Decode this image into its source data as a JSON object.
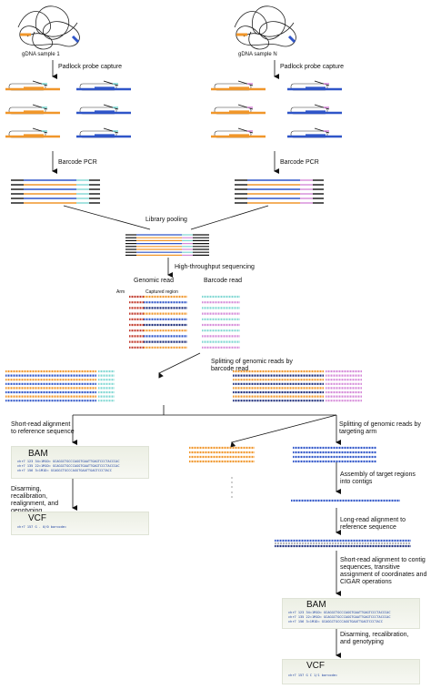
{
  "labels": {
    "sample1": "gDNA sample 1",
    "sampleN": "gDNA sample N",
    "padlock_left": "Padlock probe capture",
    "padlock_right": "Padlock probe capture",
    "barcode_pcr_left": "Barcode PCR",
    "barcode_pcr_right": "Barcode PCR",
    "library_pooling": "Library pooling",
    "htseq": "High-throughput sequencing",
    "genomic_read": "Genomic read",
    "barcode_read": "Barcode read",
    "arm": "Arm",
    "captured_region": "Captured region",
    "split_barcode": "Splitting of genomic reads by barcode read",
    "short_read_align": "Short-read alignment to reference sequence",
    "split_arm": "Splitting of genomic reads by targeting arm",
    "disarming_left": "Disarming, recalibration, realignment, and genotyping",
    "assembly": "Assembly of target regions into contigs",
    "long_read": "Long-read alignment to reference sequence",
    "short_read_contig": "Short-read alignment to contig sequences, transitive assignment of coordinates and CIGAR operations",
    "disarming_right": "Disarming, recalibration, and genotyping"
  },
  "boxes": {
    "bam_left": "BAM",
    "vcf_left": "VCF",
    "bam_right": "BAM",
    "vcf_right": "VCF"
  },
  "records": {
    "bam_left": [
      "chr7 123 34=1M1D= GCAGGCTGCCCAGGTGAATTGAGTCCCTACCCAC",
      "chr7 135 22=1M1D= GCAGGCTGCCCAGGTGAATTGAGTCCCTACCCAC",
      "chr7 156 3=1M1D= GCAGGCTGCCCAGGTGAATTGAGTCCCTACC"
    ],
    "vcf_left": "chr7 157 G . 0/0 barcode=",
    "bam_right": [
      "chr7 123 34=1M1D= GCAGGCTGCCCAGGTGAATTGAGTCCCTACCCAC",
      "chr7 135 22=1M1D= GCAGGCTGCCCAGGTGAATTGAGTCCCTACCCAC",
      "chr7 156 3=1M1D= GCAGGCTGCCCAGGTGAATTGAGTCCCTACC"
    ],
    "vcf_right": "chr7 157 G C 1/1 barcode="
  },
  "colors": {
    "orange": "#f0962a",
    "blue": "#2f55c8",
    "cyan": "#7fd7d2",
    "magenta": "#d58ad8",
    "navy": "#1d2c7a",
    "black": "#111111"
  }
}
